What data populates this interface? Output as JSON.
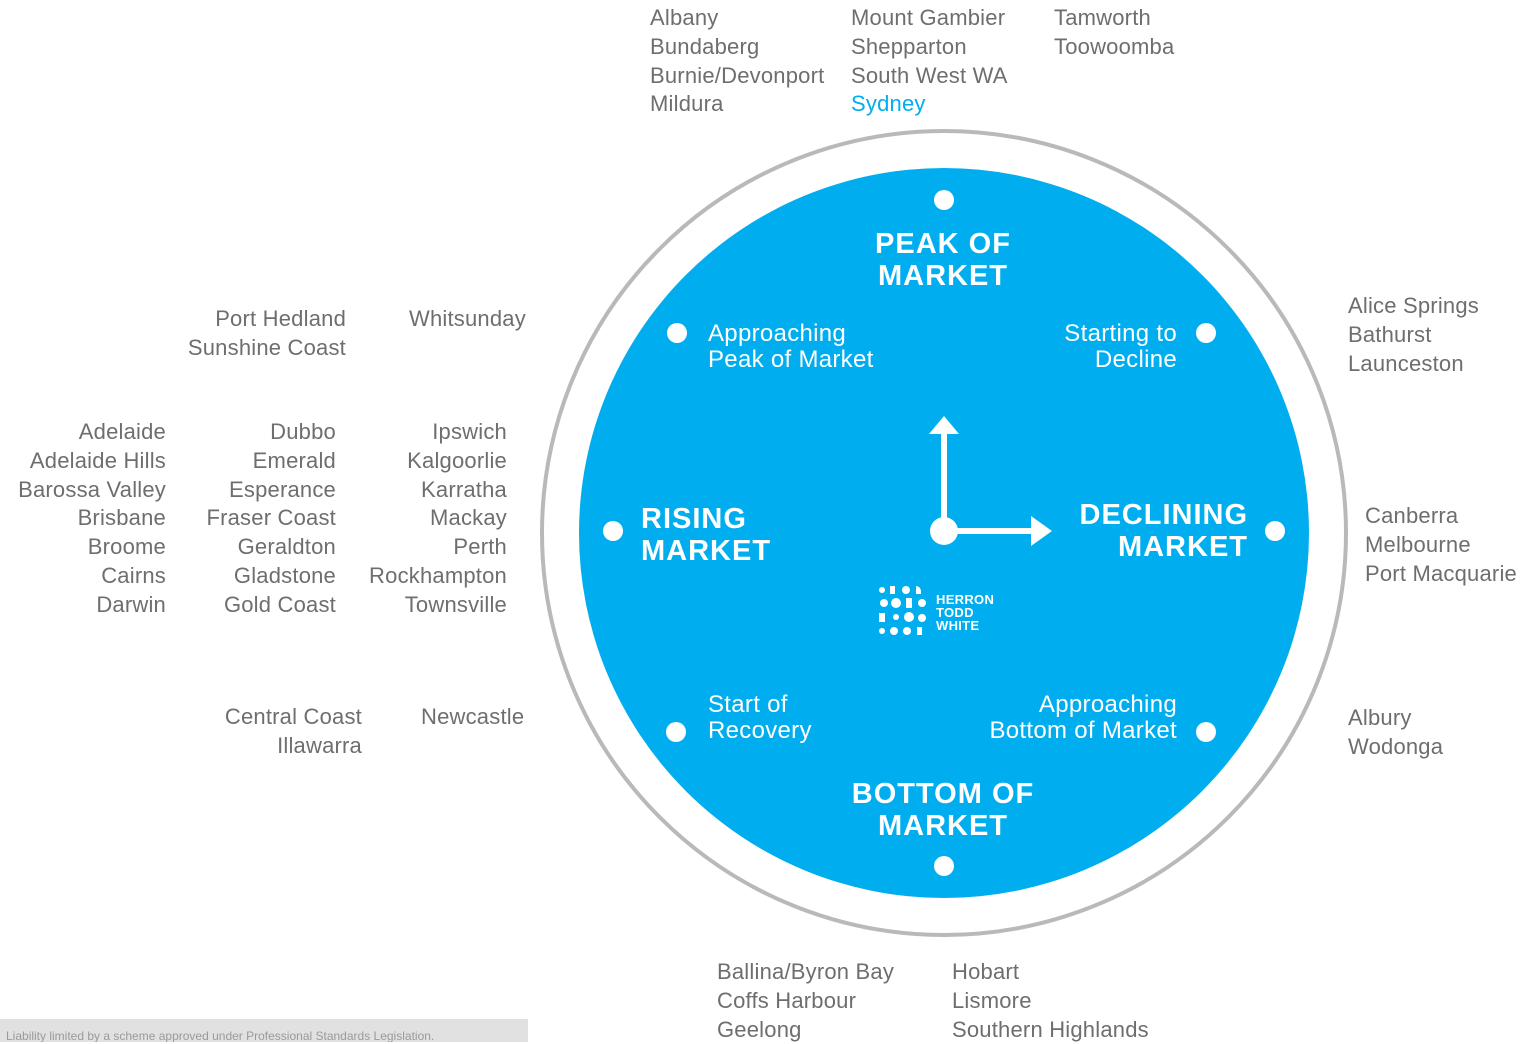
{
  "groups": {
    "top_1": [
      "Albany",
      "Bundaberg",
      "Burnie/Devonport",
      "Mildura"
    ],
    "top_2": [
      "Mount Gambier",
      "Shepparton",
      "South West WA",
      "Sydney"
    ],
    "top_3": [
      "Tamworth",
      "Toowoomba"
    ],
    "approach_peak_1": [
      "Port Hedland",
      "Sunshine Coast"
    ],
    "approach_peak_2": [
      "Whitsunday"
    ],
    "rising_1": [
      "Adelaide",
      "Adelaide Hills",
      "Barossa Valley",
      "Brisbane",
      "Broome",
      "Cairns",
      "Darwin"
    ],
    "rising_2": [
      "Dubbo",
      "Emerald",
      "Esperance",
      "Fraser Coast",
      "Geraldton",
      "Gladstone",
      "Gold Coast"
    ],
    "rising_3": [
      "Ipswich",
      "Kalgoorlie",
      "Karratha",
      "Mackay",
      "Perth",
      "Rockhampton",
      "Townsville"
    ],
    "recovery_1": [
      "Central Coast",
      "Illawarra"
    ],
    "recovery_2": [
      "Newcastle"
    ],
    "starting_decline": [
      "Alice Springs",
      "Bathurst",
      "Launceston"
    ],
    "declining": [
      "Canberra",
      "Melbourne",
      "Port Macquarie"
    ],
    "approach_bottom": [
      "Albury",
      "Wodonga"
    ],
    "bottom_1": [
      "Ballina/Byron Bay",
      "Coffs Harbour",
      "Geelong"
    ],
    "bottom_2": [
      "Hobart",
      "Lismore",
      "Southern Highlands"
    ]
  },
  "highlighted": [
    "Sydney"
  ],
  "clock": {
    "peak": [
      "PEAK OF",
      "MARKET"
    ],
    "declining": [
      "DECLINING",
      "MARKET"
    ],
    "bottom": [
      "BOTTOM OF",
      "MARKET"
    ],
    "rising": [
      "RISING",
      "MARKET"
    ],
    "approaching_peak": [
      "Approaching",
      "Peak of Market"
    ],
    "starting_decline": [
      "Starting to",
      "Decline"
    ],
    "approaching_bottom": [
      "Approaching",
      "Bottom of Market"
    ],
    "start_recovery": [
      "Start of",
      "Recovery"
    ]
  },
  "logo": {
    "line1": "HERRON",
    "line2": "TODD",
    "line3": "WHITE"
  },
  "footer": "Liability limited by a scheme approved under Professional Standards Legislation.",
  "colors": {
    "disc": "#00aeef",
    "ring": "#b9b9b9",
    "text": "#6d6e70",
    "highlight": "#00aeef",
    "footer_bg": "#e1e1e1"
  },
  "icons": {
    "clock_hands": "clock-hands-icon",
    "logo": "herron-todd-white-logo"
  }
}
